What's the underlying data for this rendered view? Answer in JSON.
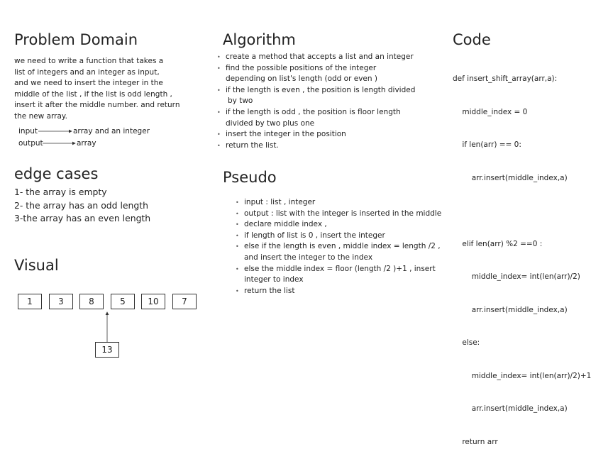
{
  "problem_domain": {
    "heading": "Problem Domain",
    "lines": [
      "we need to write a function that takes a",
      "list of integers  and an integer as input,",
      "and we need to insert the integer in the",
      "middle of the list , if the list is odd length ,",
      "insert it after the middle number. and return",
      "the new array."
    ],
    "input_label": "input",
    "input_value": "array and an integer",
    "output_label": "output",
    "output_value": "array"
  },
  "edge_cases": {
    "heading": "edge cases",
    "items": [
      "1- the array is empty",
      "2- the array has an odd length",
      "3-the array has an even length"
    ]
  },
  "visual": {
    "heading": "Visual",
    "cells": [
      "1",
      "3",
      "8",
      "5",
      "10",
      "7"
    ],
    "inserted": "13"
  },
  "algorithm": {
    "heading": "Algorithm",
    "items": [
      [
        "create a method that accepts a list and an integer"
      ],
      [
        "find the possible positions of the integer",
        "depending on list's length (odd or even )"
      ],
      [
        "if the length is even , the position is length divided",
        " by two"
      ],
      [
        "if the length is odd , the position is floor length",
        "divided by two plus one"
      ],
      [
        "insert the integer in the position"
      ],
      [
        "return the list."
      ]
    ]
  },
  "pseudo": {
    "heading": "Pseudo",
    "items": [
      [
        "input : list , integer"
      ],
      [
        "output : list with the integer is inserted in the middle"
      ],
      [
        "declare middle index ,"
      ],
      [
        "if length of list is 0 , insert the integer"
      ],
      [
        "else if the length is even , middle index = length /2 ,",
        "and insert the integer to the index"
      ],
      [
        "else the middle index = floor (length /2 )+1 , insert",
        "integer to index"
      ],
      [
        "return the list"
      ]
    ]
  },
  "code": {
    "heading": "Code",
    "lines": [
      "def insert_shift_array(arr,a):",
      "    middle_index = 0",
      "    if len(arr) == 0:",
      "        arr.insert(middle_index,a)",
      "",
      "    elif len(arr) %2 ==0 :",
      "        middle_index= int(len(arr)/2)",
      "        arr.insert(middle_index,a)",
      "    else:",
      "        middle_index= int(len(arr)/2)+1",
      "        arr.insert(middle_index,a)",
      "    return arr"
    ]
  }
}
